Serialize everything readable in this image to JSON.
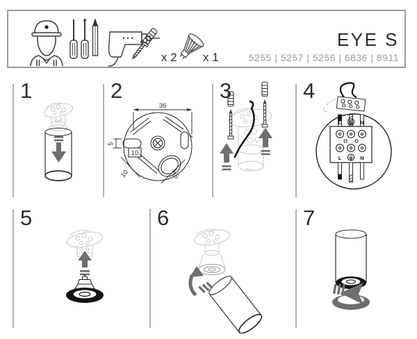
{
  "colors": {
    "ink": "#2b2b2b",
    "outline": "#2f2f2f",
    "ghost_gray": "#c9c9c9",
    "arrow_gray": "#6f6f6f",
    "divider_gray": "#b3b3b3",
    "border_gray": "#9b9b9b",
    "muted_text": "#9b9b9b",
    "black": "#141414"
  },
  "header": {
    "title": "EYE S",
    "models": "5255 | 5257 | 5256 | 6836 | 8911",
    "icons": [
      {
        "name": "installer-icon"
      },
      {
        "name": "flat-screwdriver-icon"
      },
      {
        "name": "phillips-screwdriver-icon"
      },
      {
        "name": "pencil-icon"
      },
      {
        "name": "drill-icon"
      },
      {
        "name": "wall-plug-screw-icon",
        "qty": "x 2"
      },
      {
        "name": "gu10-bulb-icon",
        "qty": "x 1"
      }
    ]
  },
  "steps": [
    {
      "number": "1"
    },
    {
      "number": "2",
      "dimensions": {
        "plate_width_mm": "36",
        "slot_height_mm": "5",
        "slot_width_mm": "10",
        "keyway_left_mm": "10",
        "keyway_right_mm": "15"
      }
    },
    {
      "number": "3"
    },
    {
      "number": "4",
      "terminal_labels": {
        "live": "L",
        "neutral": "N"
      }
    },
    {
      "number": "5"
    },
    {
      "number": "6"
    },
    {
      "number": "7"
    }
  ]
}
